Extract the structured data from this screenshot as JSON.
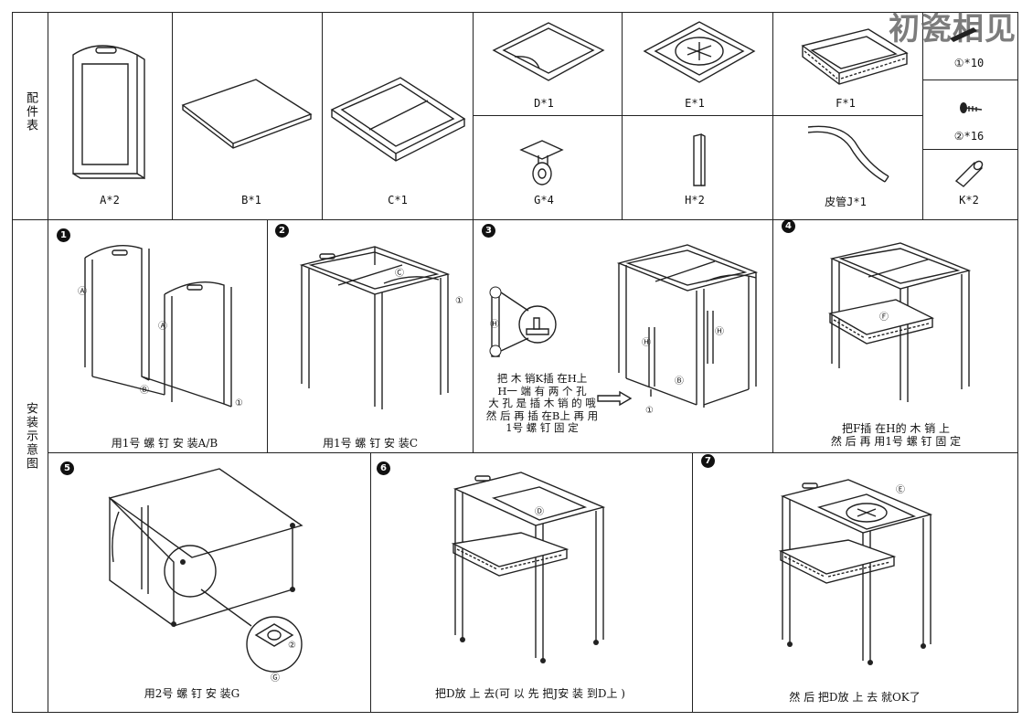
{
  "watermark": "初瓷相见",
  "sections": {
    "parts_label": "配件表",
    "assembly_label": "安装示意图"
  },
  "parts": [
    {
      "id": "A",
      "label": "A*2"
    },
    {
      "id": "B",
      "label": "B*1"
    },
    {
      "id": "C",
      "label": "C*1"
    },
    {
      "id": "D",
      "label": "D*1"
    },
    {
      "id": "E",
      "label": "E*1"
    },
    {
      "id": "F",
      "label": "F*1"
    },
    {
      "id": "G",
      "label": "G*4"
    },
    {
      "id": "H",
      "label": "H*2"
    },
    {
      "id": "J",
      "label": "皮管J*1"
    },
    {
      "id": "K",
      "label": "K*2"
    },
    {
      "id": "screw1",
      "label": "①*10"
    },
    {
      "id": "screw2",
      "label": "②*16"
    }
  ],
  "steps": [
    {
      "num": "1",
      "caption": "用1号 螺 钉 安 装A/B"
    },
    {
      "num": "2",
      "caption": "用1号 螺 钉 安 装C"
    },
    {
      "num": "3",
      "caption": "",
      "note_lines": [
        "把 木 销K插 在H上",
        "H一 端 有 两 个 孔",
        "大 孔 是 插 木 销 的 哦",
        "然 后 再 插 在B上 再 用",
        "1号 螺 钉 固 定"
      ]
    },
    {
      "num": "4",
      "caption_lines": [
        "把F插 在H的 木 销 上",
        "然 后 再 用1号 螺 钉 固 定"
      ]
    },
    {
      "num": "5",
      "caption": "用2号 螺 钉 安 装G"
    },
    {
      "num": "6",
      "caption": "把D放 上 去(可 以 先 把J安 装 到D上 )"
    },
    {
      "num": "7",
      "caption": "然 后 把D放 上 去 就OK了"
    }
  ],
  "callouts": {
    "A": "Ⓐ",
    "B": "Ⓑ",
    "C": "Ⓒ",
    "D": "Ⓓ",
    "E": "Ⓔ",
    "F": "Ⓕ",
    "G": "Ⓖ",
    "H": "Ⓗ",
    "one": "①",
    "two": "②"
  }
}
